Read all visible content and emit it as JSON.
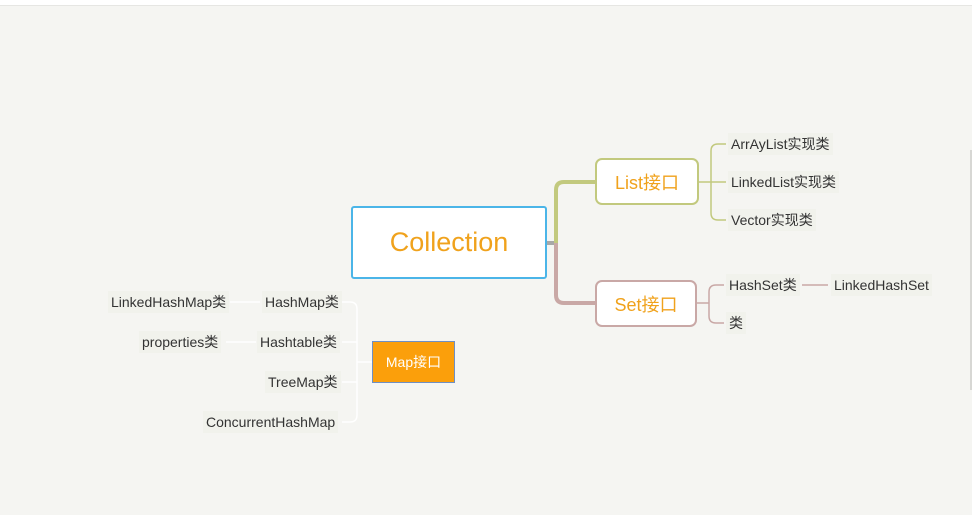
{
  "mindmap": {
    "central": {
      "label": "Collection"
    },
    "list": {
      "label": "List接口",
      "children": [
        "ArrAyList实现类",
        "LinkedList实现类",
        "Vector实现类"
      ]
    },
    "set": {
      "label": "Set接口",
      "children": [
        "HashSet类",
        "类"
      ],
      "grandchild": "LinkedHashSet"
    },
    "map": {
      "label": "Map接口",
      "children": [
        "HashMap类",
        "Hashtable类",
        "TreeMap类",
        "ConcurrentHashMap"
      ],
      "grandchildren": [
        "LinkedHashMap类",
        "properties类"
      ]
    }
  },
  "colors": {
    "central_border": "#4bb5e8",
    "topic_text": "#f0a21c",
    "list_branch": "#c2c97e",
    "set_branch": "#c9a8a6",
    "map_fill": "#fb9f0b",
    "map_border": "#6e8fc4",
    "background": "#f5f5f2"
  }
}
